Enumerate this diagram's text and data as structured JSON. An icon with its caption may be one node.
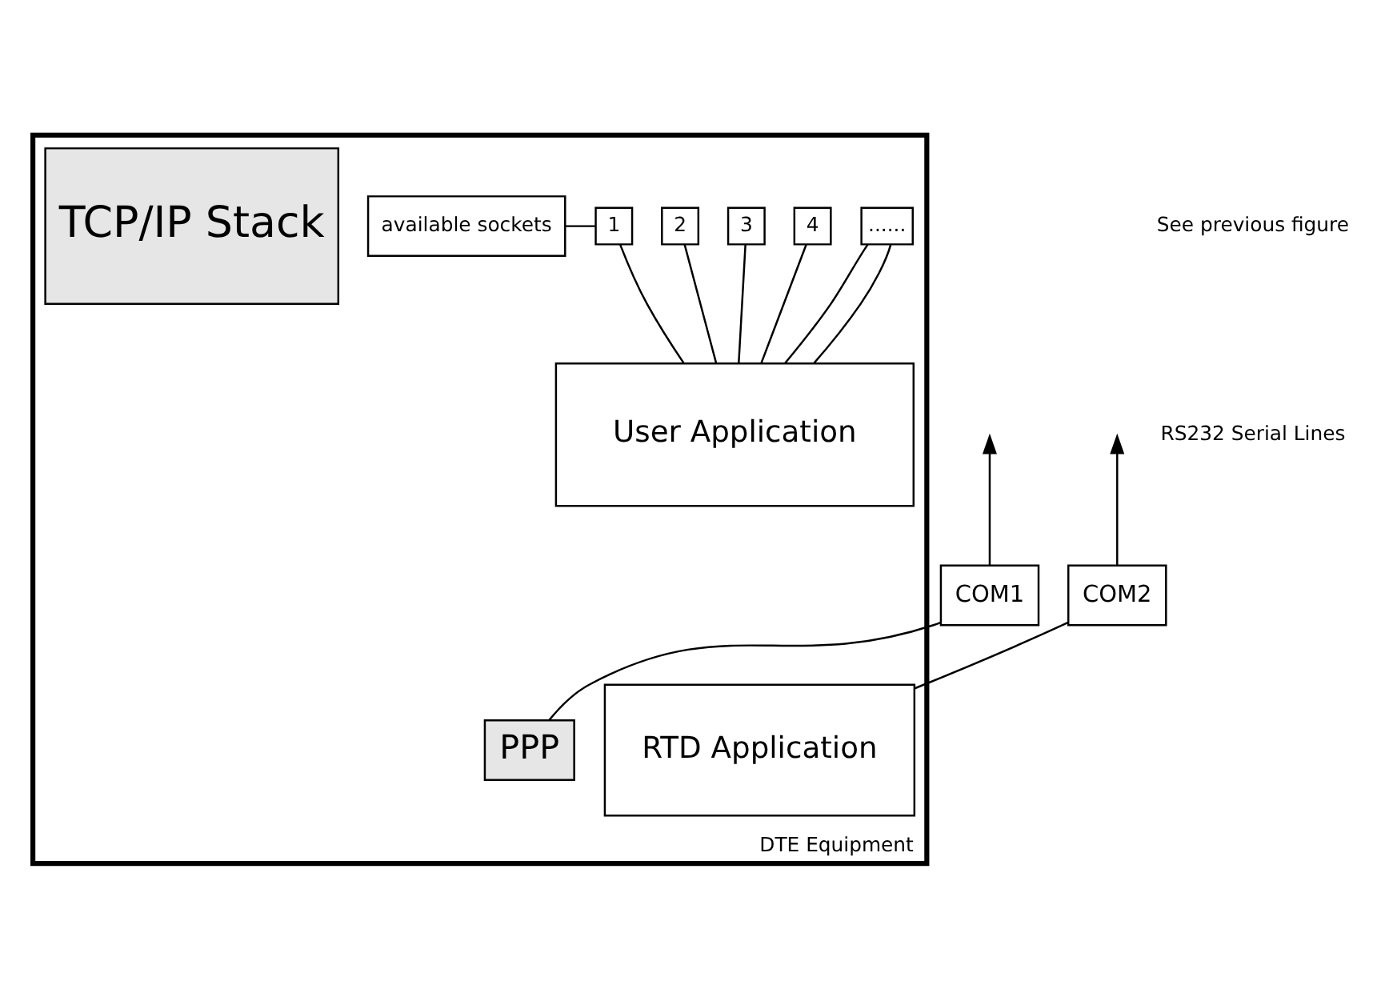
{
  "diagram": {
    "nodes": [
      {
        "text": [
          "DTE Equipment"
        ]
      },
      {
        "text": [
          "COM1"
        ]
      },
      {
        "text": [
          "COM2"
        ]
      },
      {
        "text": [
          "PPP"
        ],
        "in": 0
      },
      {
        "text": [
          "RTD Application"
        ],
        "in": 0
      },
      {
        "text": [
          "available sockets"
        ],
        "in": 0
      },
      {
        "text": [
          "TCP/IP Stack"
        ],
        "in": 0
      },
      {
        "text": [
          "1"
        ],
        "in": 0
      },
      {
        "text": [
          "2"
        ],
        "in": 0
      },
      {
        "text": [
          "3"
        ],
        "in": 0
      },
      {
        "text": [
          "4"
        ],
        "in": 0
      },
      {
        "text": [
          "......"
        ],
        "in": 0
      },
      {
        "text": [
          "User Application"
        ],
        "in": 0
      }
    ],
    "edges": [
      {
        "from": 1,
        "to": null,
        "arrow": "to"
      },
      {
        "from": 2,
        "to": null,
        "arrow": "to"
      },
      {
        "from": 1,
        "to": 3,
        "arrow": "none"
      },
      {
        "from": 2,
        "to": 4,
        "arrow": "none"
      },
      {
        "from": 5,
        "to": 7,
        "arrow": "none"
      },
      {
        "from": 7,
        "to": 12,
        "arrow": "none"
      },
      {
        "from": 8,
        "to": 12,
        "arrow": "none"
      },
      {
        "from": 9,
        "to": 12,
        "arrow": "none"
      },
      {
        "from": 10,
        "to": 12,
        "arrow": "none"
      },
      {
        "from": 11,
        "to": 12,
        "arrow": "none"
      },
      {
        "from": 11,
        "to": 12,
        "arrow": "none"
      }
    ],
    "labels": [
      "See previous figure",
      "RS232 Serial Lines"
    ]
  }
}
